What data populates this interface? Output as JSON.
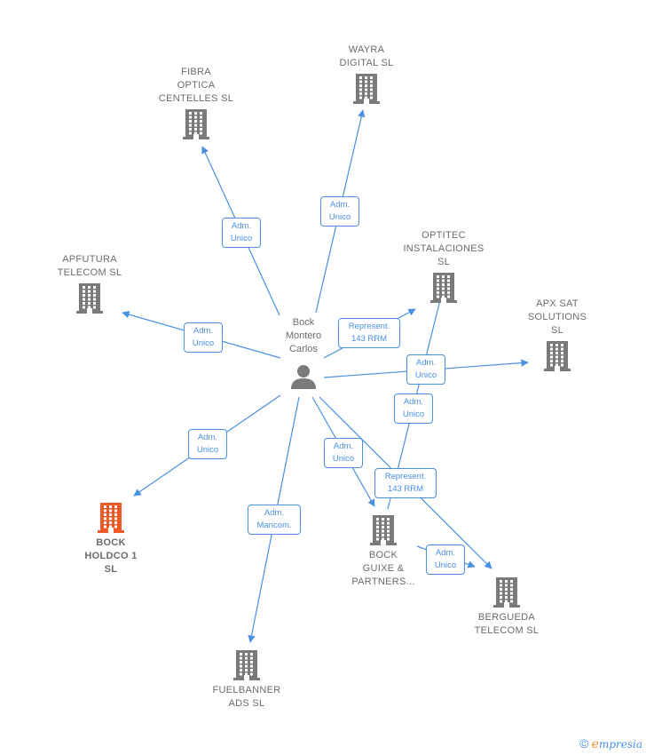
{
  "center": {
    "name": "Bock\nMontero\nCarlos",
    "icon": "person-icon"
  },
  "companies": [
    {
      "id": "fibra",
      "name": "FIBRA\nOPTICA\nCENTELLES SL",
      "highlight": false
    },
    {
      "id": "wayra",
      "name": "WAYRA\nDIGITAL  SL",
      "highlight": false
    },
    {
      "id": "apfutura",
      "name": "APFUTURA\nTELECOM  SL",
      "highlight": false
    },
    {
      "id": "optitec",
      "name": "OPTITEC\nINSTALACIONES\nSL",
      "highlight": false
    },
    {
      "id": "apxsat",
      "name": "APX SAT\nSOLUTIONS\nSL",
      "highlight": false
    },
    {
      "id": "bockholdco",
      "name": "BOCK\nHOLDCO 1\nSL",
      "highlight": true
    },
    {
      "id": "bockguixe",
      "name": "BOCK\nGUIXE &\nPARTNERS...",
      "highlight": false
    },
    {
      "id": "bergueda",
      "name": "BERGUEDA\nTELECOM SL",
      "highlight": false
    },
    {
      "id": "fuelbanner",
      "name": "FUELBANNER\nADS  SL",
      "highlight": false
    }
  ],
  "relations": [
    {
      "from": "center",
      "to": "fibra",
      "label": "Adm.\nUnico"
    },
    {
      "from": "center",
      "to": "wayra",
      "label": "Adm.\nUnico"
    },
    {
      "from": "center",
      "to": "apfutura",
      "label": "Adm.\nUnico"
    },
    {
      "from": "center",
      "to": "optitec",
      "label": "Represent.\n143 RRM"
    },
    {
      "from": "center",
      "to": "apxsat",
      "label": "Adm.\nUnico"
    },
    {
      "from": "bockguixe",
      "to": "optitec",
      "label": "Adm.\nUnico"
    },
    {
      "from": "center",
      "to": "bockholdco",
      "label": "Adm.\nUnico"
    },
    {
      "from": "center",
      "to": "bockguixe",
      "label": "Adm.\nUnico"
    },
    {
      "from": "center",
      "to": "bergueda",
      "label": "Represent.\n143 RRM"
    },
    {
      "from": "bockguixe",
      "to": "bergueda",
      "label": "Adm.\nUnico"
    },
    {
      "from": "center",
      "to": "fuelbanner",
      "label": "Adm.\nMancom."
    }
  ],
  "colors": {
    "edge": "#4a90e2",
    "building": "#7a7a7a",
    "highlight": "#f05a28",
    "person": "#7a7a7a"
  },
  "footer": {
    "copyright": "©",
    "brand_initial": "e",
    "brand_rest": "mpresia"
  }
}
